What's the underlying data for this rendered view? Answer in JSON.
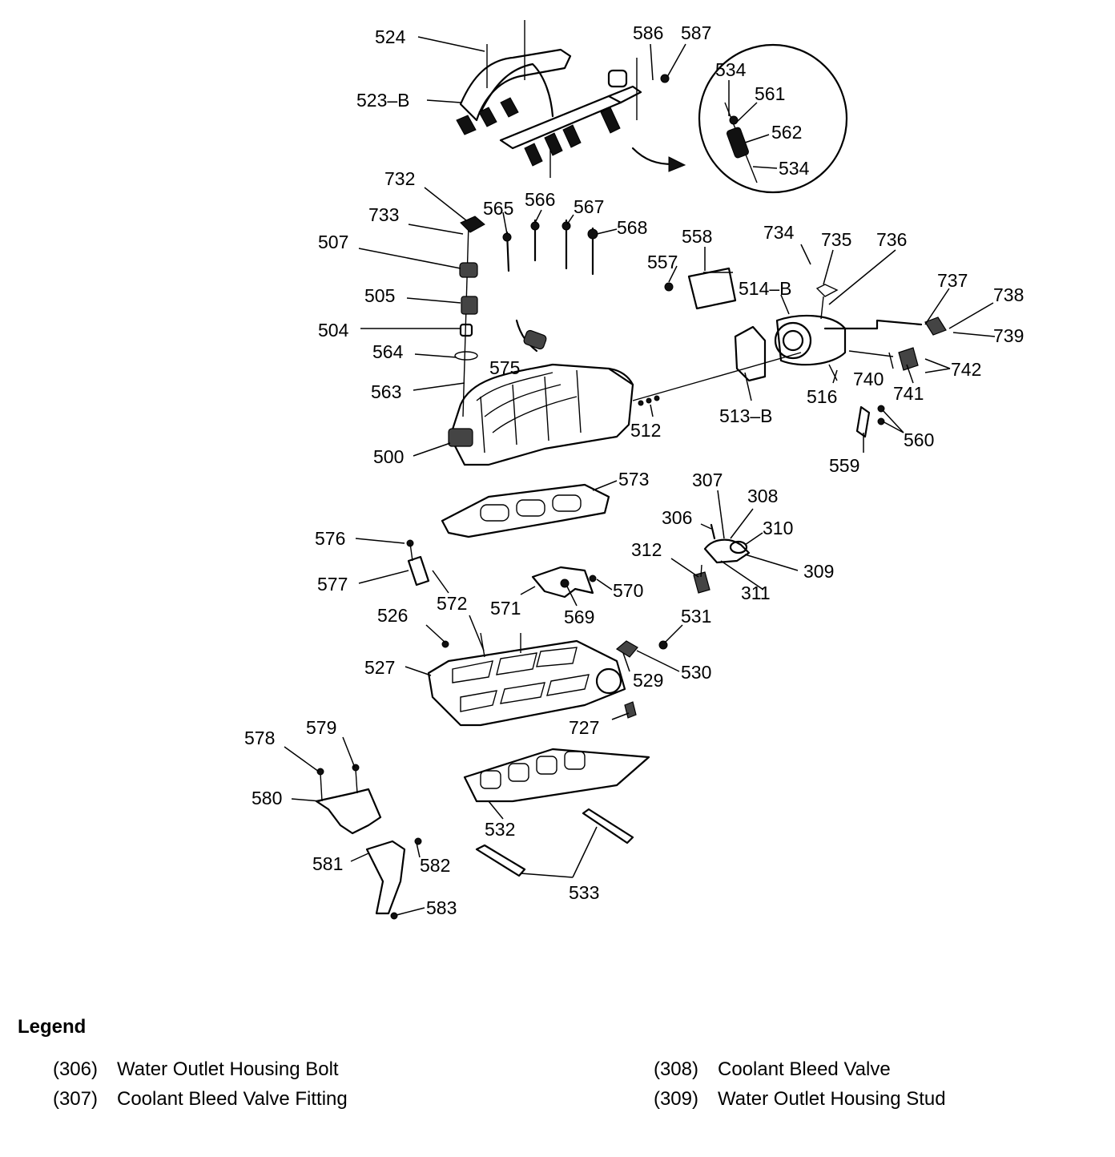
{
  "diagram": {
    "callouts": {
      "c524": "524",
      "c523b": "523–B",
      "c586": "586",
      "c587": "587",
      "c534a": "534",
      "c561": "561",
      "c562": "562",
      "c534b": "534",
      "c732": "732",
      "c733": "733",
      "c507": "507",
      "c505": "505",
      "c504": "504",
      "c564": "564",
      "c563": "563",
      "c500": "500",
      "c565": "565",
      "c566": "566",
      "c567": "567",
      "c568": "568",
      "c575": "575",
      "c512": "512",
      "c558": "558",
      "c557": "557",
      "c514b": "514–B",
      "c734": "734",
      "c735": "735",
      "c736": "736",
      "c737": "737",
      "c738": "738",
      "c739": "739",
      "c740": "740",
      "c741": "741",
      "c742": "742",
      "c516": "516",
      "c513b": "513–B",
      "c559": "559",
      "c560": "560",
      "c573": "573",
      "c307": "307",
      "c308": "308",
      "c306": "306",
      "c310": "310",
      "c312": "312",
      "c309": "309",
      "c311": "311",
      "c576": "576",
      "c577": "577",
      "c572": "572",
      "c571": "571",
      "c570": "570",
      "c569": "569",
      "c526": "526",
      "c531": "531",
      "c527": "527",
      "c529": "529",
      "c530": "530",
      "c727": "727",
      "c578": "578",
      "c579": "579",
      "c580": "580",
      "c532": "532",
      "c581": "581",
      "c582": "582",
      "c583": "583",
      "c533": "533"
    }
  },
  "legend": {
    "title": "Legend",
    "items": [
      {
        "code": "(306)",
        "label": "Water Outlet Housing Bolt"
      },
      {
        "code": "(308)",
        "label": "Coolant Bleed Valve"
      },
      {
        "code": "(307)",
        "label": "Coolant Bleed Valve Fitting"
      },
      {
        "code": "(309)",
        "label": "Water Outlet Housing Stud"
      }
    ]
  }
}
